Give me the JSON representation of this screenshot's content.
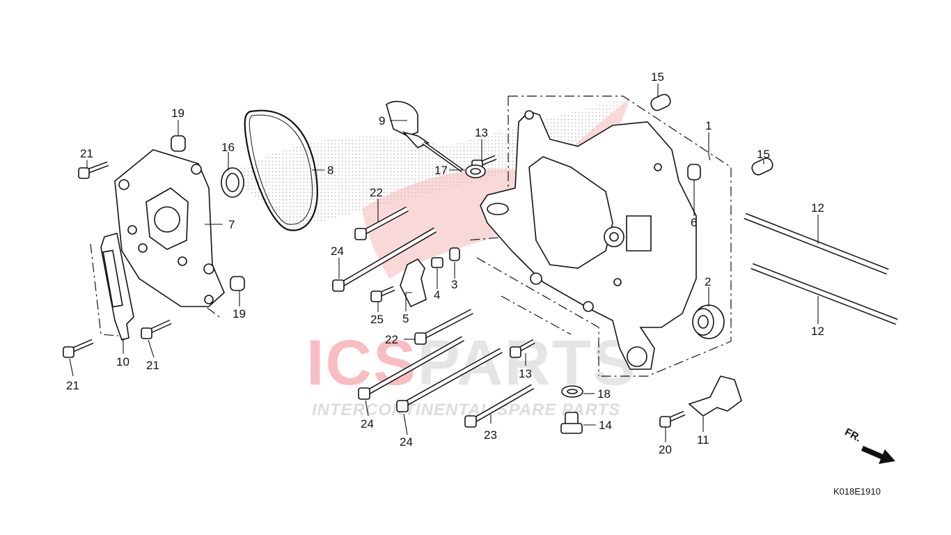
{
  "diagram": {
    "diagram_code": "K018E1910",
    "front_indicator": "FR.",
    "watermark": {
      "brand": "ICSPARTS",
      "brand_prefix": "ICS",
      "brand_suffix": "PARTS",
      "tagline": "INTERCONTINENTAL SPARE PARTS",
      "colors": {
        "prefix": "#e8262d",
        "suffix": "#c8c8c8",
        "wing": "#f2b8b8"
      }
    },
    "callouts": [
      {
        "id": "c1",
        "label": "1"
      },
      {
        "id": "c2",
        "label": "2"
      },
      {
        "id": "c3",
        "label": "3"
      },
      {
        "id": "c4",
        "label": "4"
      },
      {
        "id": "c5",
        "label": "5"
      },
      {
        "id": "c6",
        "label": "6"
      },
      {
        "id": "c7",
        "label": "7"
      },
      {
        "id": "c8",
        "label": "8"
      },
      {
        "id": "c9",
        "label": "9"
      },
      {
        "id": "c10",
        "label": "10"
      },
      {
        "id": "c11",
        "label": "11"
      },
      {
        "id": "c12a",
        "label": "12"
      },
      {
        "id": "c12b",
        "label": "12"
      },
      {
        "id": "c13a",
        "label": "13"
      },
      {
        "id": "c13b",
        "label": "13"
      },
      {
        "id": "c14",
        "label": "14"
      },
      {
        "id": "c15a",
        "label": "15"
      },
      {
        "id": "c15b",
        "label": "15"
      },
      {
        "id": "c16",
        "label": "16"
      },
      {
        "id": "c17",
        "label": "17"
      },
      {
        "id": "c18",
        "label": "18"
      },
      {
        "id": "c19a",
        "label": "19"
      },
      {
        "id": "c19b",
        "label": "19"
      },
      {
        "id": "c20",
        "label": "20"
      },
      {
        "id": "c21a",
        "label": "21"
      },
      {
        "id": "c21b",
        "label": "21"
      },
      {
        "id": "c21c",
        "label": "21"
      },
      {
        "id": "c22a",
        "label": "22"
      },
      {
        "id": "c22b",
        "label": "22"
      },
      {
        "id": "c23",
        "label": "23"
      },
      {
        "id": "c24a",
        "label": "24"
      },
      {
        "id": "c24b",
        "label": "24"
      },
      {
        "id": "c24c",
        "label": "24"
      },
      {
        "id": "c25",
        "label": "25"
      }
    ]
  }
}
